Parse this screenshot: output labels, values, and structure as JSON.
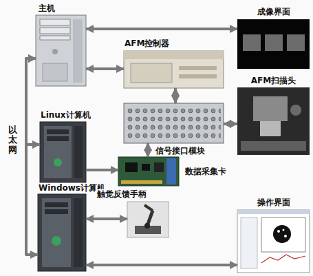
{
  "diagram": {
    "nodes": [
      {
        "text": [
          "主机"
        ]
      },
      {
        "text": [
          "成像界面"
        ]
      },
      {
        "text": [
          "AFM控制器"
        ]
      },
      {
        "text": [
          "AFM扫描头"
        ]
      },
      {
        "text": [
          "Linux计算机"
        ]
      },
      {
        "text": [
          "信号接口模块"
        ]
      },
      {
        "text": [
          "数据采集卡"
        ]
      },
      {
        "text": [
          "Windows计算机"
        ]
      },
      {
        "text": [
          "触觉反馈手柄"
        ]
      },
      {
        "text": [
          "操作界面"
        ]
      }
    ],
    "edges": [
      {
        "from": 0,
        "to": 1,
        "arrow": "both"
      },
      {
        "from": 0,
        "to": 2,
        "arrow": "both"
      },
      {
        "from": 2,
        "to": 5,
        "arrow": "both"
      },
      {
        "from": 5,
        "to": 3,
        "arrow": "both"
      },
      {
        "from": 5,
        "to": 6,
        "arrow": "both"
      },
      {
        "from": 4,
        "to": 6,
        "arrow": "to"
      },
      {
        "from": 7,
        "to": 8,
        "arrow": "both"
      },
      {
        "from": 7,
        "to": 9,
        "arrow": "both"
      },
      {
        "from": 0,
        "to": 4,
        "arrow": "both"
      },
      {
        "from": 0,
        "to": 7,
        "arrow": "both"
      }
    ],
    "labels": [
      "以太网"
    ]
  }
}
